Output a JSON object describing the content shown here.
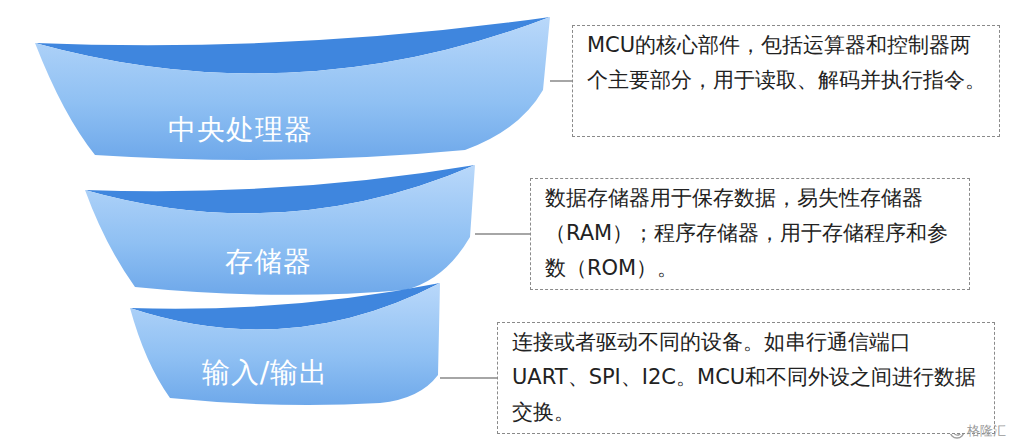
{
  "diagram": {
    "nodes": [
      {
        "text": [
          "中央处理器"
        ]
      },
      {
        "text": [
          "MCU的核心部件，包括运算器和控制器两个主要部分，用于读取、解码并执行指令。"
        ]
      },
      {
        "text": [
          "存储器"
        ]
      },
      {
        "text": [
          "数据存储器用于保存数据，易失性存储器（RAM）；程序存储器，用于存储程序和参数（ROM）。"
        ]
      },
      {
        "text": [
          "输入/输出"
        ]
      },
      {
        "text": [
          "连接或者驱动不同的设备。如串行通信端口UART、SPI、I2C。MCU和不同外设之间进行数据交换。"
        ]
      }
    ],
    "edges": [
      {
        "from": 0,
        "to": 1,
        "arrow": "none"
      },
      {
        "from": 2,
        "to": 3,
        "arrow": "none"
      },
      {
        "from": 4,
        "to": 5,
        "arrow": "none"
      }
    ],
    "labels": [
      "格隆汇"
    ]
  }
}
